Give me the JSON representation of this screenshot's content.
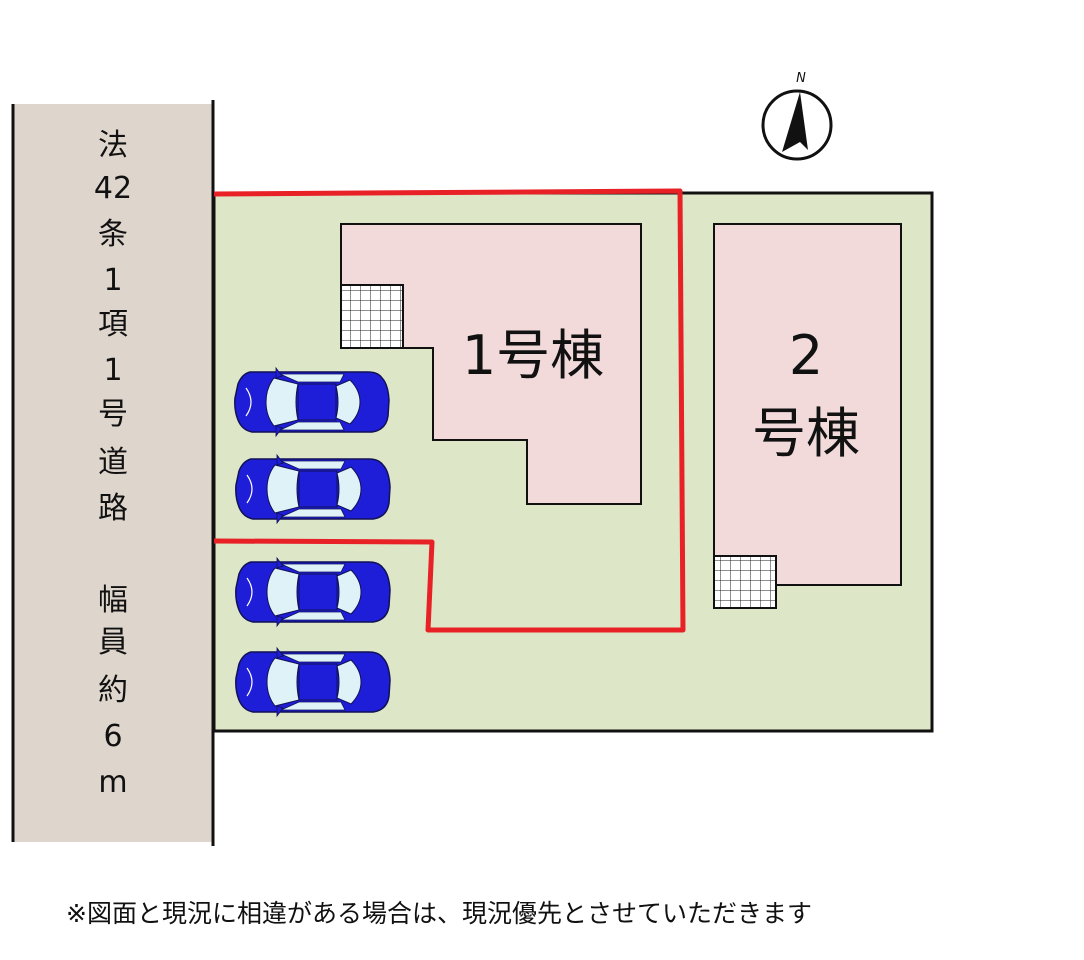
{
  "road": {
    "label_chars": [
      "法",
      "42",
      "条",
      "1",
      "項",
      "1",
      "号",
      "道",
      "路",
      "",
      "幅",
      "員",
      "約",
      "6",
      "m"
    ]
  },
  "buildings": [
    {
      "label": "1号棟"
    },
    {
      "label_line1": "2",
      "label_line2": "号棟"
    }
  ],
  "north": {
    "label": "N"
  },
  "note": "※図面と現況に相違がある場合は、現況優先とさせていただきます",
  "colors": {
    "road": "#ded5cd",
    "lot": "#dde6c6",
    "building": "#f2dadb",
    "boundary": "#e82127",
    "car_body": "#1e1ed8",
    "car_glass": "#dff2f8"
  }
}
